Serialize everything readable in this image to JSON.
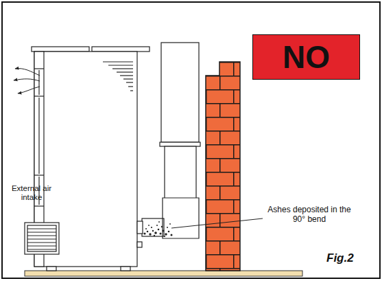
{
  "diagram": {
    "nodes": [
      {
        "text": [
          "NO"
        ]
      }
    ],
    "labels": [
      "External air intake",
      "Ashes deposited in the 90° bend",
      "Fig.2"
    ]
  }
}
